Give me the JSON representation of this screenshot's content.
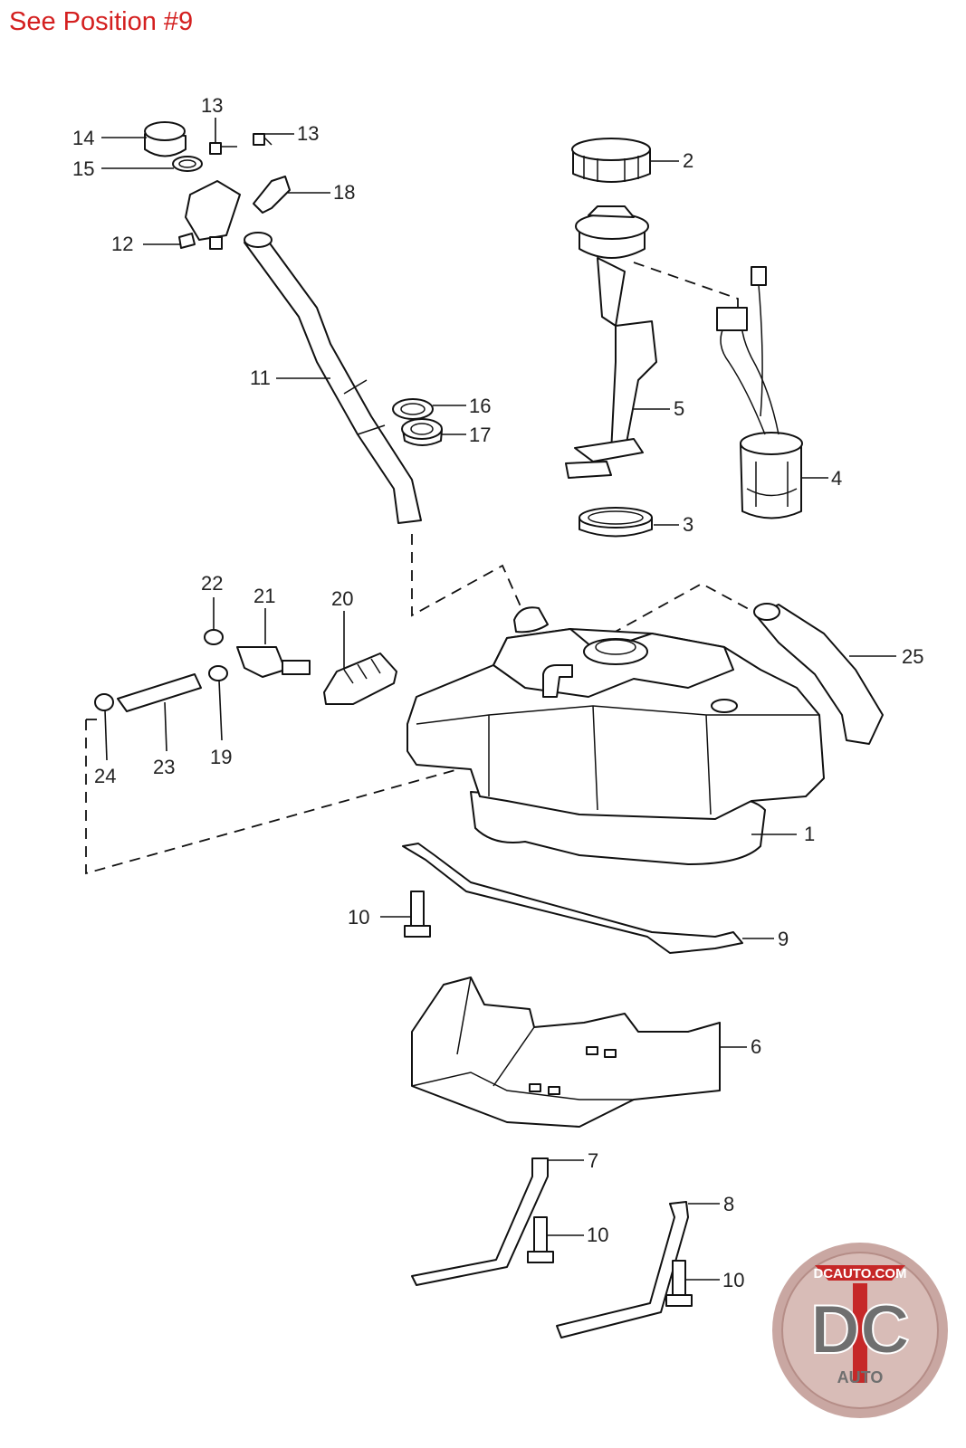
{
  "heading": "See Position #9",
  "logo": {
    "top_text": "DCAUTO.COM",
    "letters": "DC",
    "bottom_text": "AUTO",
    "colors": {
      "ring": "#ffffff",
      "inner": "#c9a7a2",
      "letters": "#6f6f6f",
      "stripe": "#c62828"
    }
  },
  "callouts": {
    "c1": "1",
    "c2": "2",
    "c3": "3",
    "c4": "4",
    "c5": "5",
    "c6": "6",
    "c7": "7",
    "c8": "8",
    "c9": "9",
    "c10a": "10",
    "c10b": "10",
    "c10c": "10",
    "c11": "11",
    "c12": "12",
    "c13a": "13",
    "c13b": "13",
    "c14": "14",
    "c15": "15",
    "c16": "16",
    "c17": "17",
    "c18": "18",
    "c19": "19",
    "c20": "20",
    "c21": "21",
    "c22": "22",
    "c23": "23",
    "c24": "24",
    "c25": "25"
  }
}
